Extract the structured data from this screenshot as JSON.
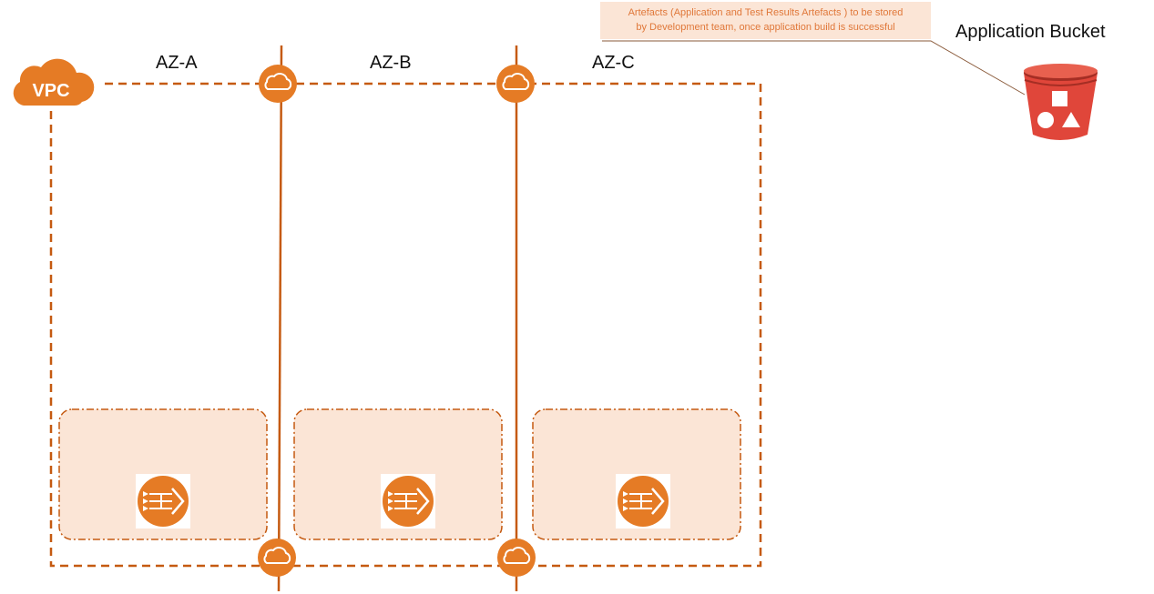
{
  "vpc": {
    "label": "VPC"
  },
  "zones": [
    {
      "label": "AZ-A"
    },
    {
      "label": "AZ-B"
    },
    {
      "label": "AZ-C"
    }
  ],
  "note": {
    "line1": "Artefacts (Application and Test Results Artefacts ) to be stored",
    "line2": "by Development  team,  once application build is successful"
  },
  "bucket": {
    "title": "Application Bucket"
  },
  "colors": {
    "aws_orange": "#e57b25",
    "line": "#c55a11",
    "subnet_fill": "#fbe5d6",
    "bucket_red": "#e0463a",
    "bucket_dark": "#a52e24"
  }
}
